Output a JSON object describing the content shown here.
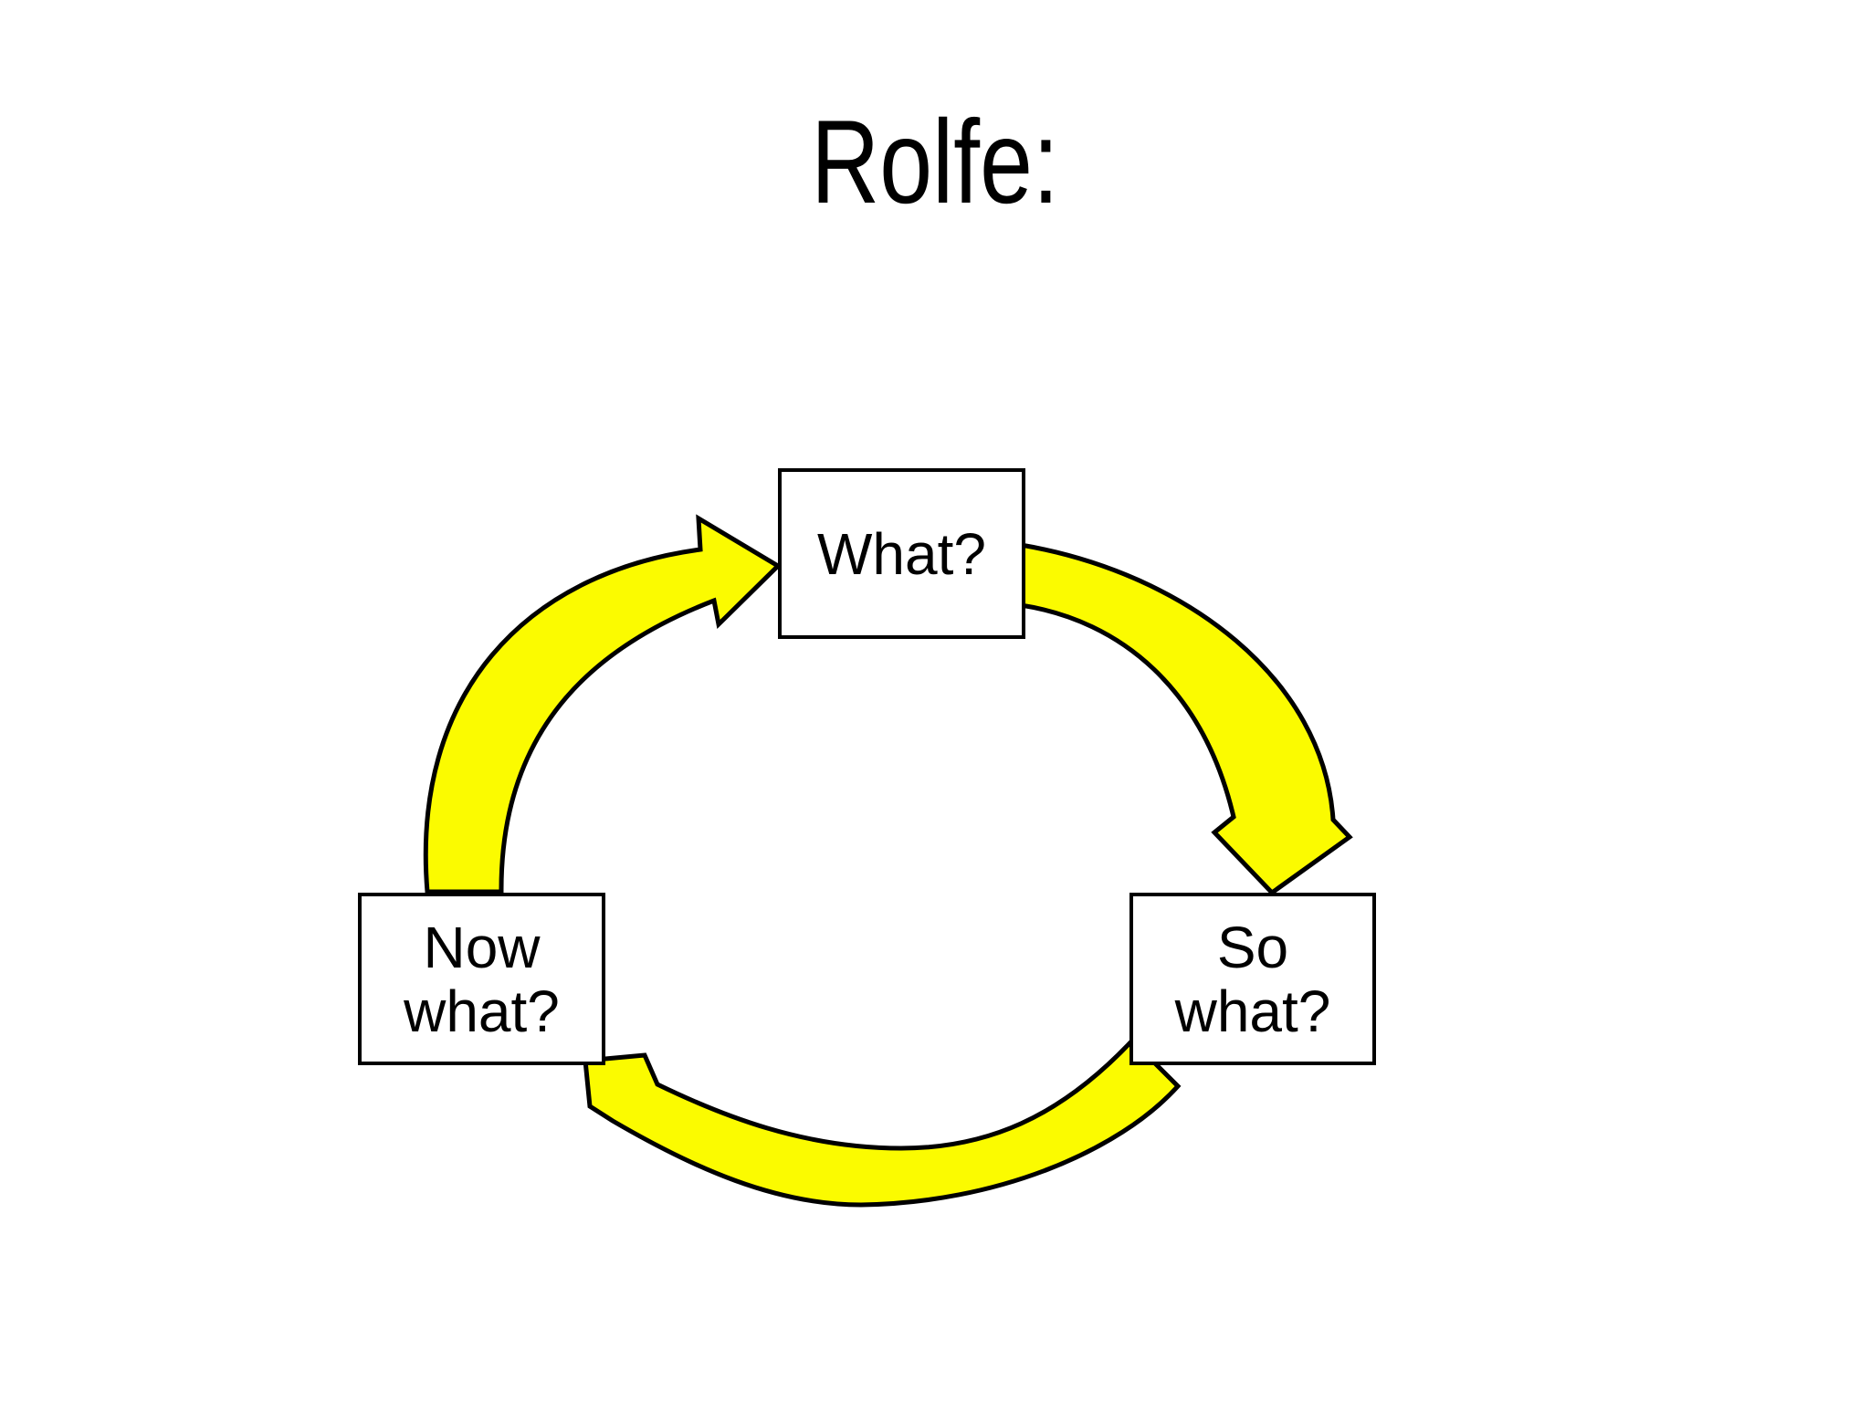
{
  "slide": {
    "title": "Rolfe:"
  },
  "colors": {
    "background": "#ffffff",
    "title_text": "#000000",
    "box_fill": "#ffffff",
    "box_border": "#000000",
    "box_text": "#000000",
    "arrow_fill": "#fbfb00",
    "arrow_outline": "#000000"
  },
  "diagram": {
    "type": "cycle",
    "description": "Rolfe reflective model cycle",
    "boxes": {
      "what": {
        "lines": [
          "What?"
        ]
      },
      "so_what": {
        "lines": [
          "So",
          "what?"
        ]
      },
      "now_what": {
        "lines": [
          "Now",
          "what?"
        ]
      }
    },
    "arrows": [
      {
        "from": "What?",
        "to": "So what?"
      },
      {
        "from": "So what?",
        "to": "Now what?"
      },
      {
        "from": "Now what?",
        "to": "What?"
      }
    ]
  }
}
